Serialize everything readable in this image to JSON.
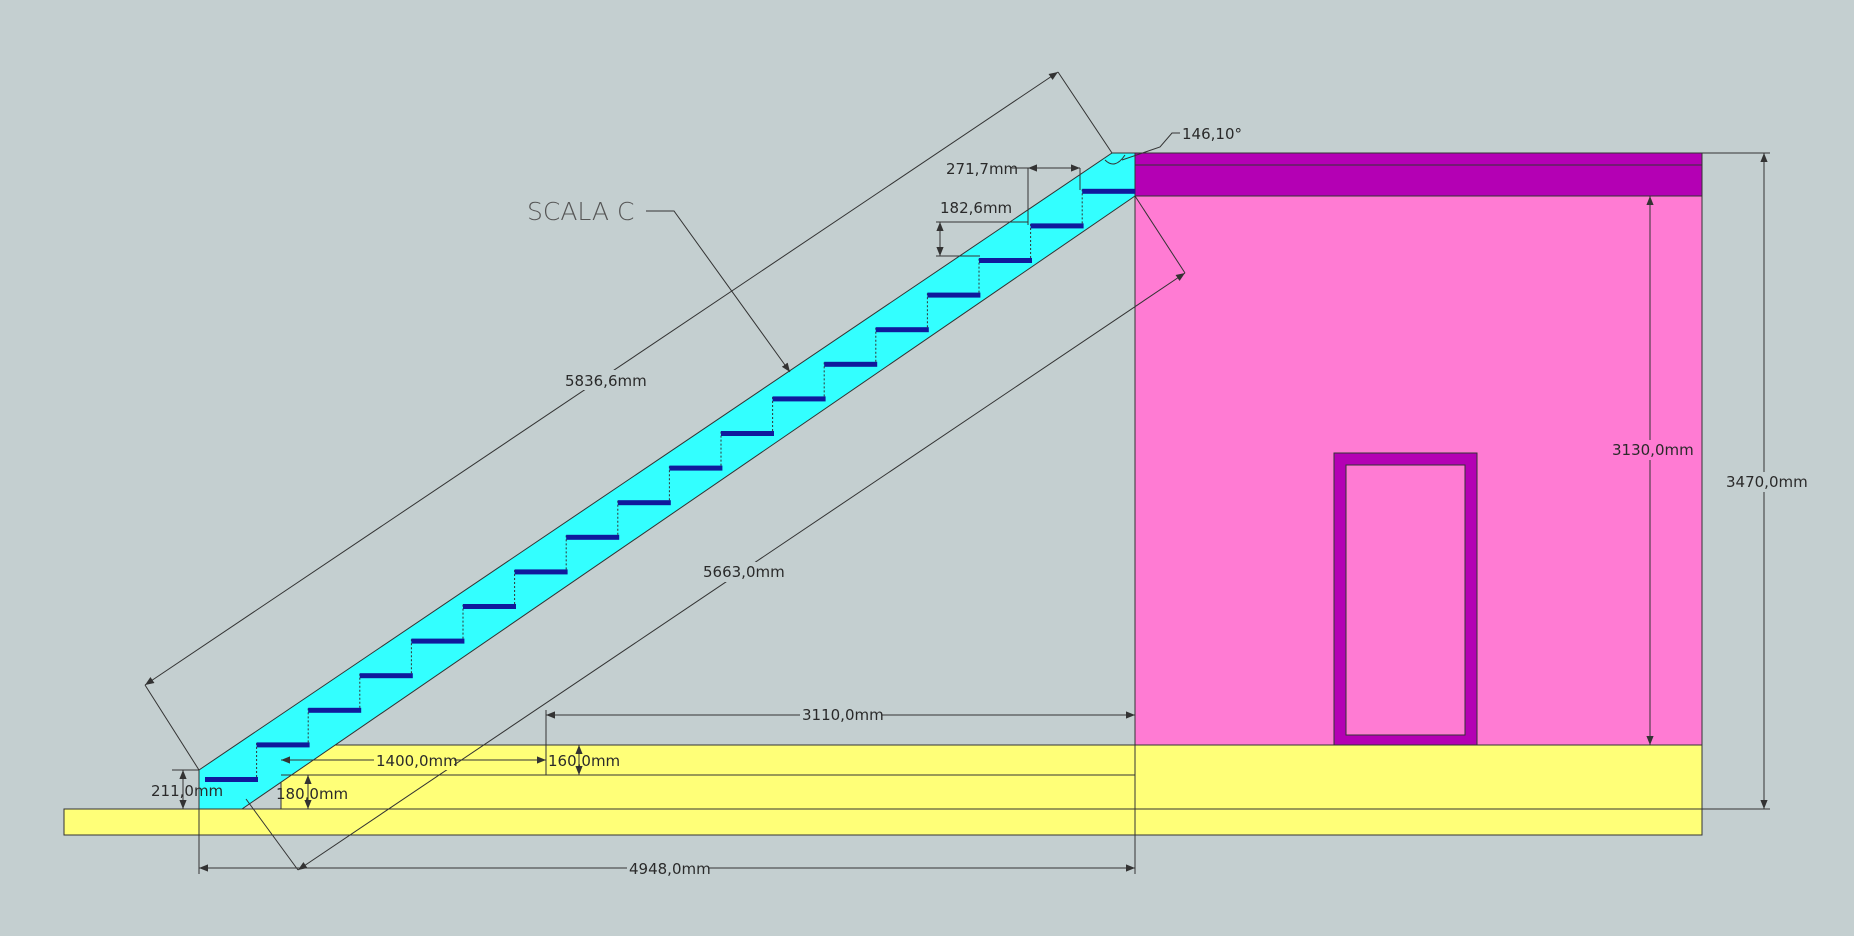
{
  "drawing": {
    "callout_label": "SCALA C",
    "colors": {
      "background": "#c4cfd0",
      "stair": "#33ffff",
      "tread": "#101a9c",
      "wall": "#ff7bd3",
      "slab": "#b400b4",
      "ground": "#ffff78",
      "door_frame": "#b400b4"
    },
    "dimensions": {
      "stair_length_top": "5836,6mm",
      "stair_length_bottom": "5663,0mm",
      "angle": "146,10°",
      "tread_depth": "271,7mm",
      "riser_height": "182,6mm",
      "wall_height": "3130,0mm",
      "total_height": "3470,0mm",
      "distance_to_wall": "3110,0mm",
      "platform_length": "1400,0mm",
      "step_160": "160,0mm",
      "step_180": "180,0mm",
      "base_height": "211,0mm",
      "total_length": "4948,0mm"
    }
  }
}
